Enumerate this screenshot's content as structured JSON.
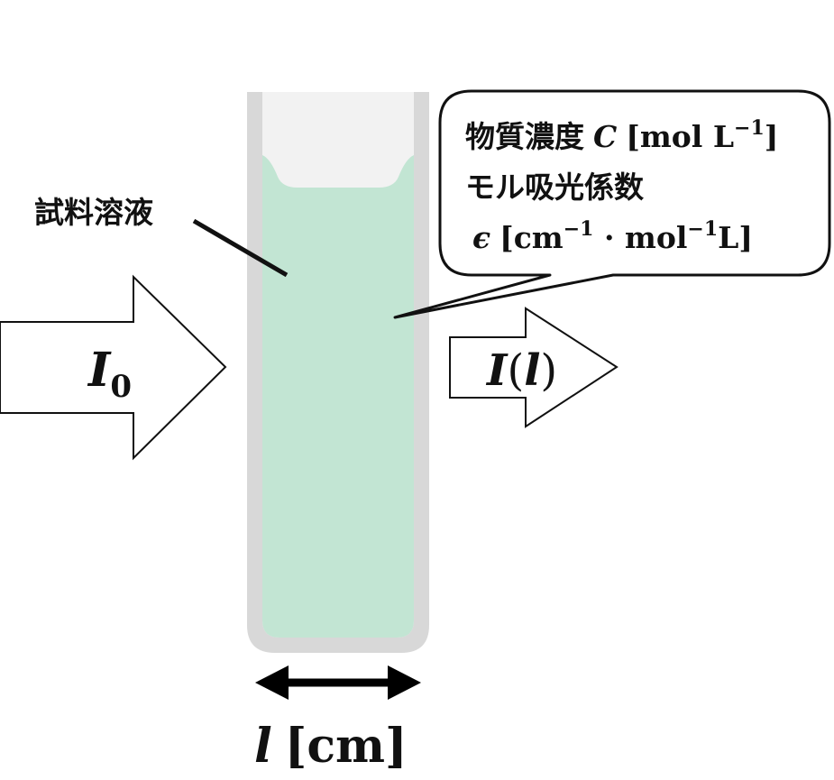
{
  "incident_arrow": {
    "label": "I",
    "subscript": "0"
  },
  "transmitted_arrow": {
    "label": "I",
    "paren_open": "(",
    "arg": "l",
    "paren_close": ")"
  },
  "sample_label": "試料溶液",
  "callout": {
    "line1_text": "物質濃度",
    "line1_symbol": "C",
    "line1_unit_open": "[mol L",
    "line1_unit_sup": "−1",
    "line1_unit_close": "]",
    "line2_text": "モル吸光係数",
    "line3_symbol": "ϵ",
    "line3_unit_open": "[cm",
    "line3_sup1": "−1",
    "line3_mid": " · mol",
    "line3_sup2": "−1",
    "line3_close": "L]"
  },
  "path_length": {
    "symbol": "l",
    "unit": "[cm]"
  },
  "colors": {
    "solution": "#c2e5d3",
    "cuvette_wall": "#d8d8d8",
    "cuvette_top": "#f2f2f2",
    "stroke": "#111111"
  }
}
